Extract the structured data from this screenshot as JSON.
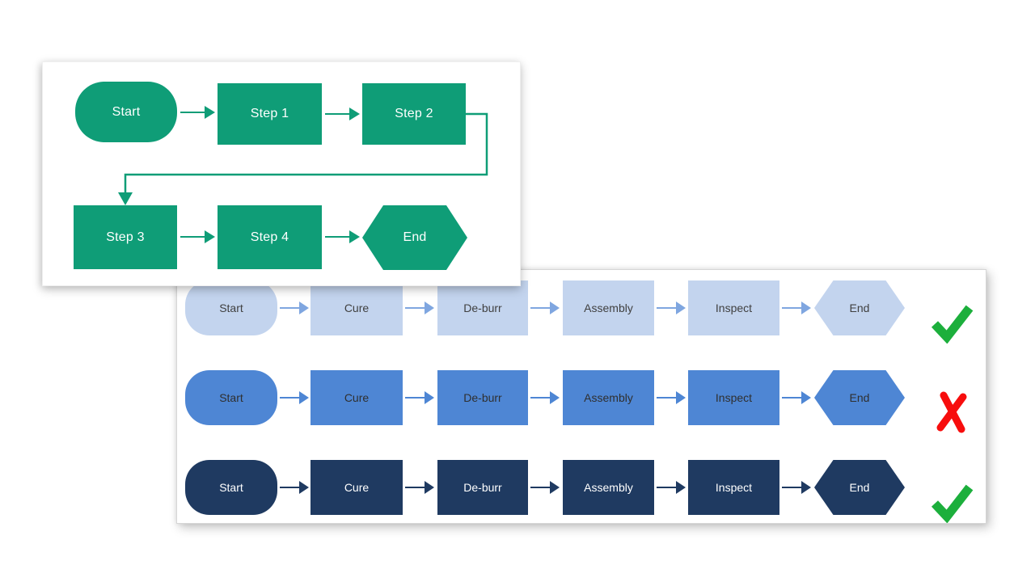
{
  "panels": {
    "green_flowchart": {
      "accent_color": "#0F9D77",
      "text_color": "#FFFFFF",
      "nodes": [
        {
          "id": "start",
          "label": "Start",
          "shape": "stadium"
        },
        {
          "id": "step-1",
          "label": "Step 1",
          "shape": "rectangle"
        },
        {
          "id": "step-2",
          "label": "Step 2",
          "shape": "rectangle"
        },
        {
          "id": "step-3",
          "label": "Step 3",
          "shape": "rectangle"
        },
        {
          "id": "step-4",
          "label": "Step 4",
          "shape": "rectangle"
        },
        {
          "id": "end",
          "label": "End",
          "shape": "hexagon"
        }
      ]
    },
    "comparison": {
      "rows": [
        {
          "steps": [
            "Start",
            "Cure",
            "De-burr",
            "Assembly",
            "Inspect",
            "End"
          ],
          "fill_color": "#C3D4EE",
          "arrow_color": "#7FA6E0",
          "text_color": "#404040",
          "verdict": "check"
        },
        {
          "steps": [
            "Start",
            "Cure",
            "De-burr",
            "Assembly",
            "Inspect",
            "End"
          ],
          "fill_color": "#4E86D4",
          "arrow_color": "#4E86D4",
          "text_color": "#2F2F2F",
          "verdict": "cross"
        },
        {
          "steps": [
            "Start",
            "Cure",
            "De-burr",
            "Assembly",
            "Inspect",
            "End"
          ],
          "fill_color": "#1F3A61",
          "arrow_color": "#1F3A61",
          "text_color": "#FFFFFF",
          "verdict": "check"
        }
      ],
      "verdict_colors": {
        "check": "#1CAF3C",
        "cross": "#F70D0D"
      }
    }
  }
}
